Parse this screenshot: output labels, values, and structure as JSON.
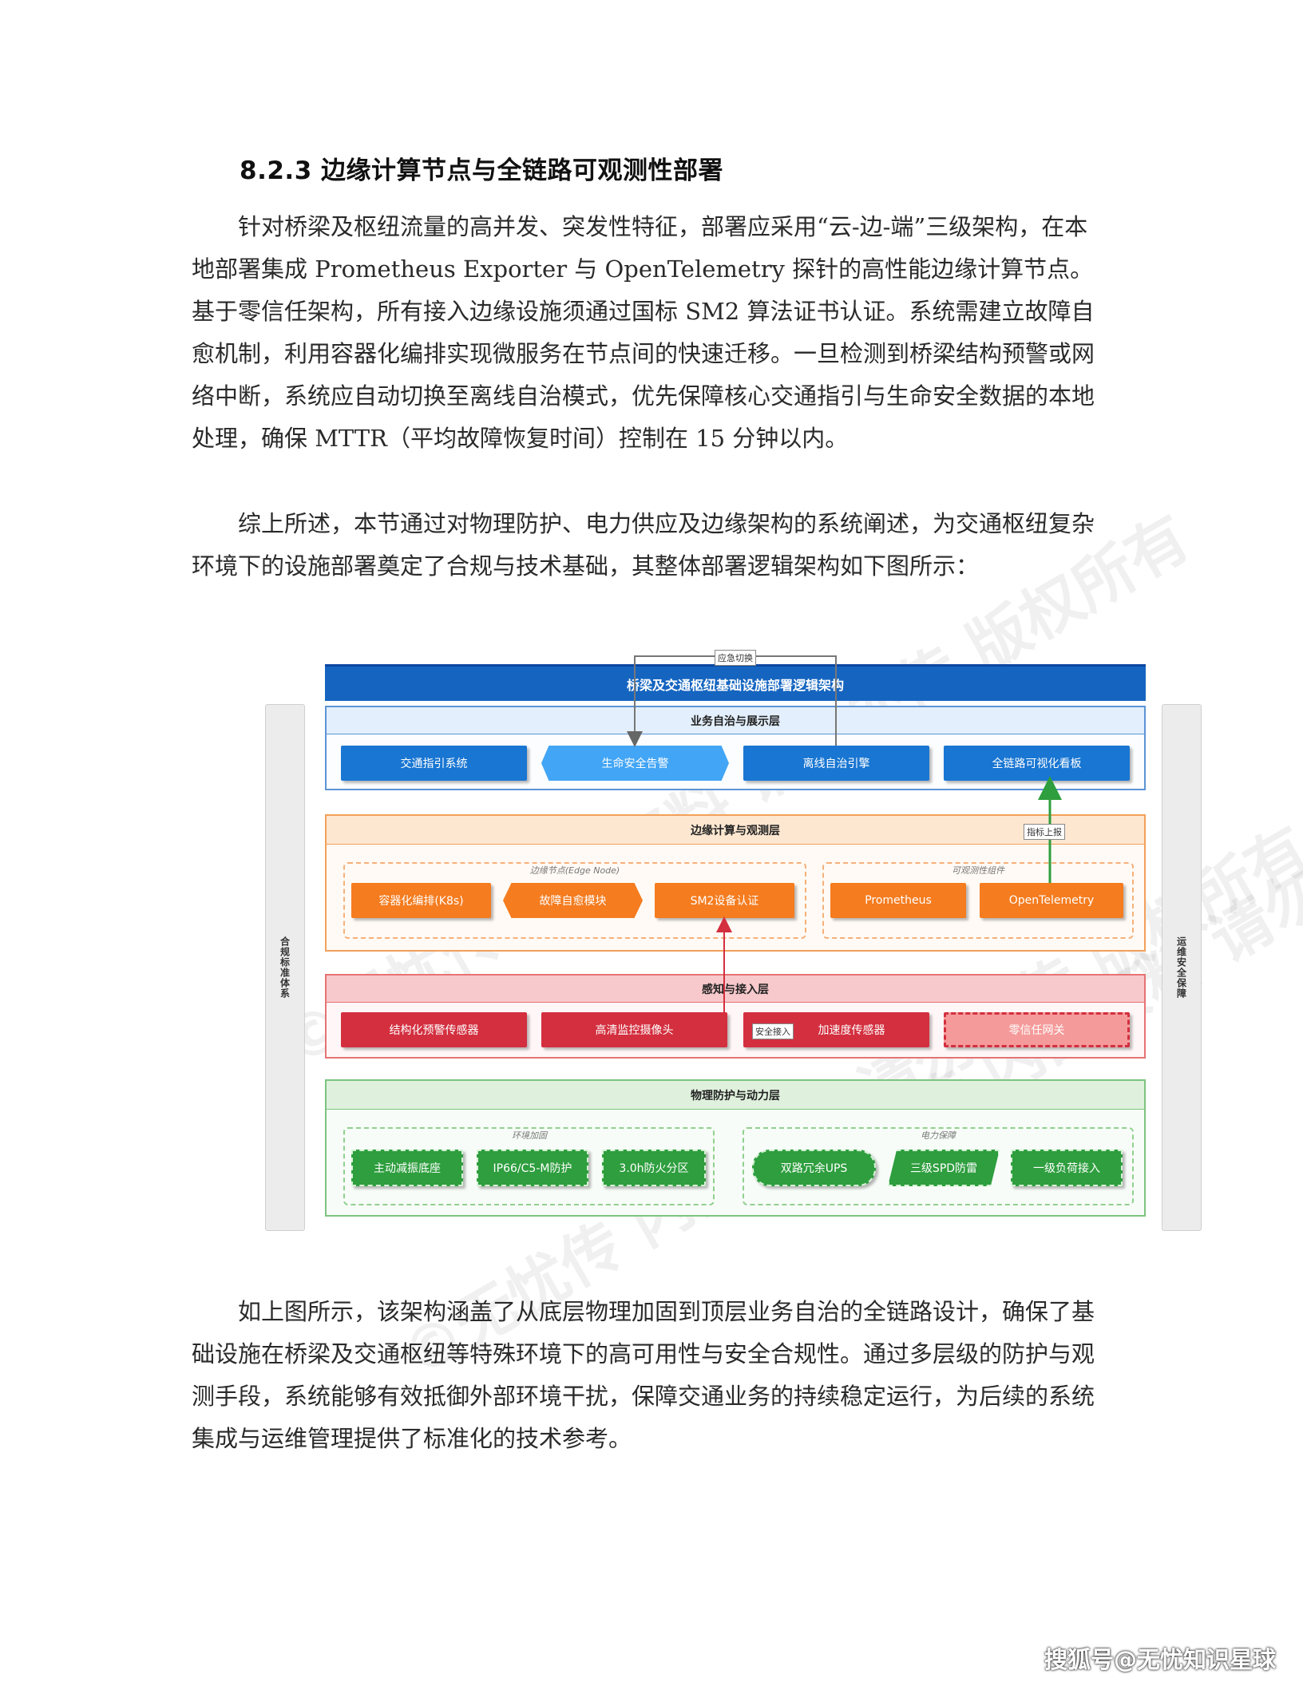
{
  "heading": "8.2.3 边缘计算节点与全链路可观测性部署",
  "paragraph1": "针对桥梁及枢纽流量的高并发、突发性特征，部署应采用“云-边-端”三级架构，在本地部署集成 Prometheus Exporter 与 OpenTelemetry 探针的高性能边缘计算节点。基于零信任架构，所有接入边缘设施须通过国标 SM2 算法证书认证。系统需建立故障自愈机制，利用容器化编排实现微服务在节点间的快速迁移。一旦检测到桥梁结构预警或网络中断，系统应自动切换至离线自治模式，优先保障核心交通指引与生命安全数据的本地处理，确保 MTTR（平均故障恢复时间）控制在 15 分钟以内。",
  "paragraph2": "综上所述，本节通过对物理防护、电力供应及边缘架构的系统阐述，为交通枢纽复杂环境下的设施部署奠定了合规与技术基础，其整体部署逻辑架构如下图所示：",
  "paragraph3": "如上图所示，该架构涵盖了从底层物理加固到顶层业务自治的全链路设计，确保了基础设施在桥梁及交通枢纽等特殊环境下的高可用性与安全合规性。通过多层级的防护与观测手段，系统能够有效抵御外部环境干扰，保障交通业务的持续稳定运行，为后续的系统集成与运维管理提供了标准化的技术参考。",
  "diagram": {
    "title": "桥梁及交通枢纽基础设施部署逻辑架构",
    "left_side": "合规标准体系",
    "right_side": "运维安全保障",
    "edge_labels": {
      "emergency": "应急切换",
      "metrics": "指标上报",
      "secure_access": "安全接入"
    },
    "layers": {
      "business": {
        "title": "业务自治与展示层",
        "items": [
          "交通指引系统",
          "生命安全告警",
          "离线自治引擎",
          "全链路可视化看板"
        ]
      },
      "edge": {
        "title": "边缘计算与观测层",
        "edge_group": "边缘节点(Edge Node)",
        "obs_group": "可观测性组件",
        "items": [
          "容器化编排(K8s)",
          "故障自愈模块",
          "SM2设备认证",
          "Prometheus",
          "OpenTelemetry"
        ]
      },
      "sensing": {
        "title": "感知与接入层",
        "items": [
          "结构化预警传感器",
          "高清监控摄像头",
          "加速度传感器",
          "零信任网关"
        ]
      },
      "physical": {
        "title": "物理防护与动力层",
        "env_group": "环境加固",
        "power_group": "电力保障",
        "items": [
          "主动减振底座",
          "IP66/C5-M防护",
          "3.0h防火分区",
          "双路冗余UPS",
          "三级SPD防雷",
          "一级负荷接入"
        ]
      }
    },
    "watermark_text": "©无忧传 内部资料 请勿外传 版权所有",
    "colors": {
      "title": "#1565c0",
      "business": "#1976d2",
      "edge": "#f57c1f",
      "sensing": "#d32f3f",
      "physical": "#2e9e3e",
      "sensing_light": "#f59a9a"
    }
  },
  "footer_watermark": "搜狐号@无忧知识星球"
}
